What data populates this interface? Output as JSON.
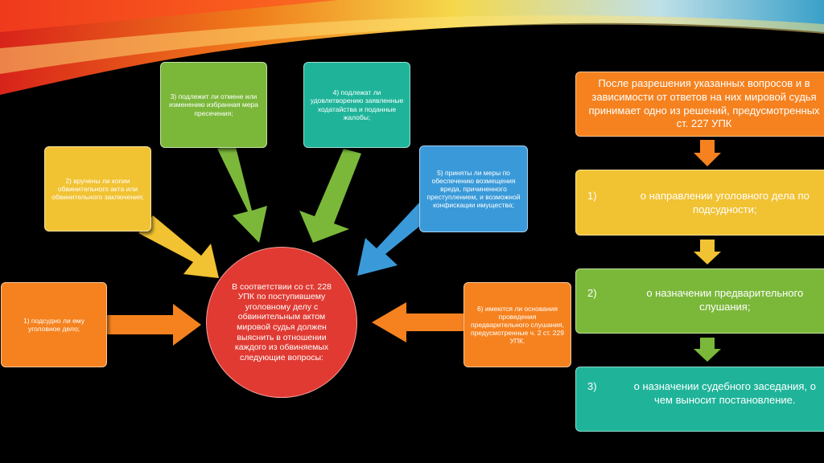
{
  "colors": {
    "orange": "#f5821f",
    "yellow": "#f1c232",
    "green": "#7bb83a",
    "teal": "#1fb49a",
    "blue": "#3a9ad9",
    "red": "#e03a32"
  },
  "center": {
    "text": "В соответствии со ст. 228 УПК по поступившему уголовному делу с обвинительным актом мировой судья должен выяснить в отношении каждого из обвиняемых следующие вопросы:"
  },
  "questions": [
    "1) подсудно ли ему уголовное дело;",
    "2) вручены ли копии обвинительного акта или обвинительного заключения;",
    "3) подлежит ли отмене или изменению избранная мера пресечения;",
    "4) подлежат ли удовлетворению заявленные ходатайства и поданные жалобы;",
    "5) приняты ли меры по обеспечению возмещения вреда, причиненного преступлением, и возможной конфискации имущества;",
    "6) имеются ли основания проведения предварительного слушания, предусмотренные ч. 2 ст. 229 УПК."
  ],
  "decisions_intro": "После разрешения указанных вопросов и в зависимости от ответов на них мировой судья принимает одно из решений, предусмотренных ст. 227 УПК",
  "decisions": [
    {
      "num": "1)",
      "text": "о направлении уголовного дела по подсудности;"
    },
    {
      "num": "2)",
      "text": "о назначении предварительного слушания;"
    },
    {
      "num": "3)",
      "text": "о назначении судебного заседания, о чем выносит постановление."
    }
  ]
}
